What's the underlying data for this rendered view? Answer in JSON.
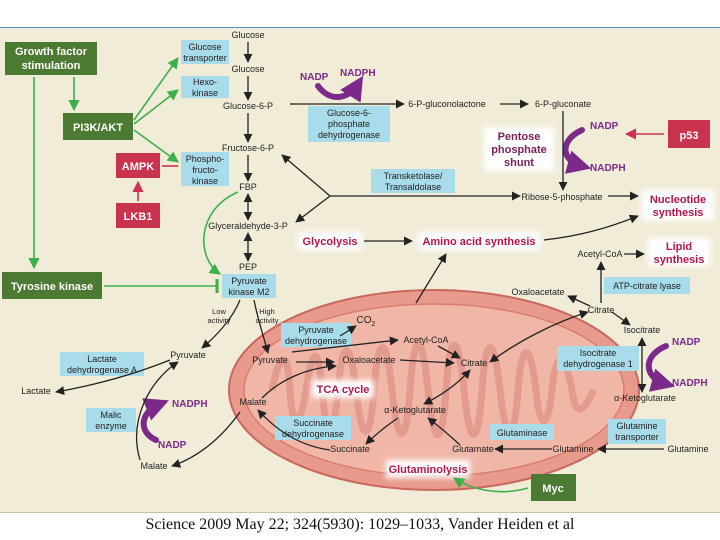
{
  "citation": "Science 2009 May 22; 324(5930): 1029–1033, Vander Heiden et al",
  "colors": {
    "background": "#f1ecd8",
    "green_box": "#4d7a32",
    "red_box": "#c9334d",
    "blue_box": "#a8dcea",
    "purple": "#7b2a8a",
    "green_arrow": "#3cb04a",
    "mitochondrion": "#e89a8c"
  },
  "regulators": {
    "growth_factor": [
      "Growth factor",
      "stimulation"
    ],
    "pi3k": "PI3K/AKT",
    "tyrosine_kinase": "Tyrosine kinase",
    "ampk": "AMPK",
    "lkb1": "LKB1",
    "p53": "p53",
    "myc": "Myc"
  },
  "enzymes": {
    "glucose_transporter": [
      "Glucose",
      "transporter"
    ],
    "hexokinase": [
      "Hexo-",
      "kinase"
    ],
    "phosphofructokinase": [
      "Phospho-",
      "fructo-",
      "kinase"
    ],
    "g6pd": [
      "Glucose-6-",
      "phosphate",
      "dehydrogenase"
    ],
    "transketolase": [
      "Transketolase/",
      "Transaldolase"
    ],
    "pkm2": [
      "Pyruvate",
      "kinase M2"
    ],
    "ldha": [
      "Lactate",
      "dehydrogenase A"
    ],
    "malic_enzyme": [
      "Malic",
      "enzyme"
    ],
    "pdh": [
      "Pyruvate",
      "dehydrogenase"
    ],
    "sdh": [
      "Succinate",
      "dehydrogenase"
    ],
    "glutaminase": "Glutaminase",
    "acly": "ATP-citrate lyase",
    "idh1": [
      "Isocitrate",
      "dehydrogenase 1"
    ],
    "glutamine_transporter": [
      "Glutamine",
      "transporter"
    ]
  },
  "metabolites": {
    "glucose_top": "Glucose",
    "glucose": "Glucose",
    "g6p": "Glucose-6-P",
    "f6p": "Fructose-6-P",
    "fbp": "FBP",
    "g3p": "Glyceraldehyde-3-P",
    "pep": "PEP",
    "gluconolactone": "6-P-gluconolactone",
    "gluconate": "6-P-gluconate",
    "r5p": "Ribose-5-phosphate",
    "pyruvate_left": "Pyruvate",
    "lactate": "Lactate",
    "malate_left": "Malate",
    "pyruvate_mito": "Pyruvate",
    "oaa_mito": "Oxaloacetate",
    "acetyl_coa_mito": "Acetyl-CoA",
    "citrate_mito": "Citrate",
    "malate_mito": "Malate",
    "akg_mito": "α-Ketoglutarate",
    "succinate": "Succinate",
    "glutamate": "Glutamate",
    "glutamine_cyto": "Glutamine",
    "glutamine_ext": "Glutamine",
    "acetyl_coa_cyto": "Acetyl-CoA",
    "oaa_cyto": "Oxaloacetate",
    "citrate_cyto": "Citrate",
    "isocitrate": "Isocitrate",
    "akg_cyto": "α-Ketoglutarate",
    "co2": "CO",
    "co2_sub": "2"
  },
  "cofactors": {
    "nadp_g6pd": "NADP",
    "nadph_g6pd": "NADPH",
    "nadp_ppp": "NADP",
    "nadph_ppp": "NADPH",
    "nadp_idh": "NADP",
    "nadph_idh": "NADPH",
    "nadph_me": "NADPH",
    "nadp_me": "NADP"
  },
  "processes": {
    "pentose": [
      "Pentose",
      "phosphate",
      "shunt"
    ],
    "nucleotide": [
      "Nucleotide",
      "synthesis"
    ],
    "lipid": [
      "Lipid",
      "synthesis"
    ],
    "glycolysis": "Glycolysis",
    "amino_acid": "Amino acid synthesis",
    "tca": "TCA cycle",
    "glutaminolysis": "Glutaminolysis"
  },
  "activity_labels": {
    "low": [
      "Low",
      "activity"
    ],
    "high": [
      "High",
      "activity"
    ]
  }
}
